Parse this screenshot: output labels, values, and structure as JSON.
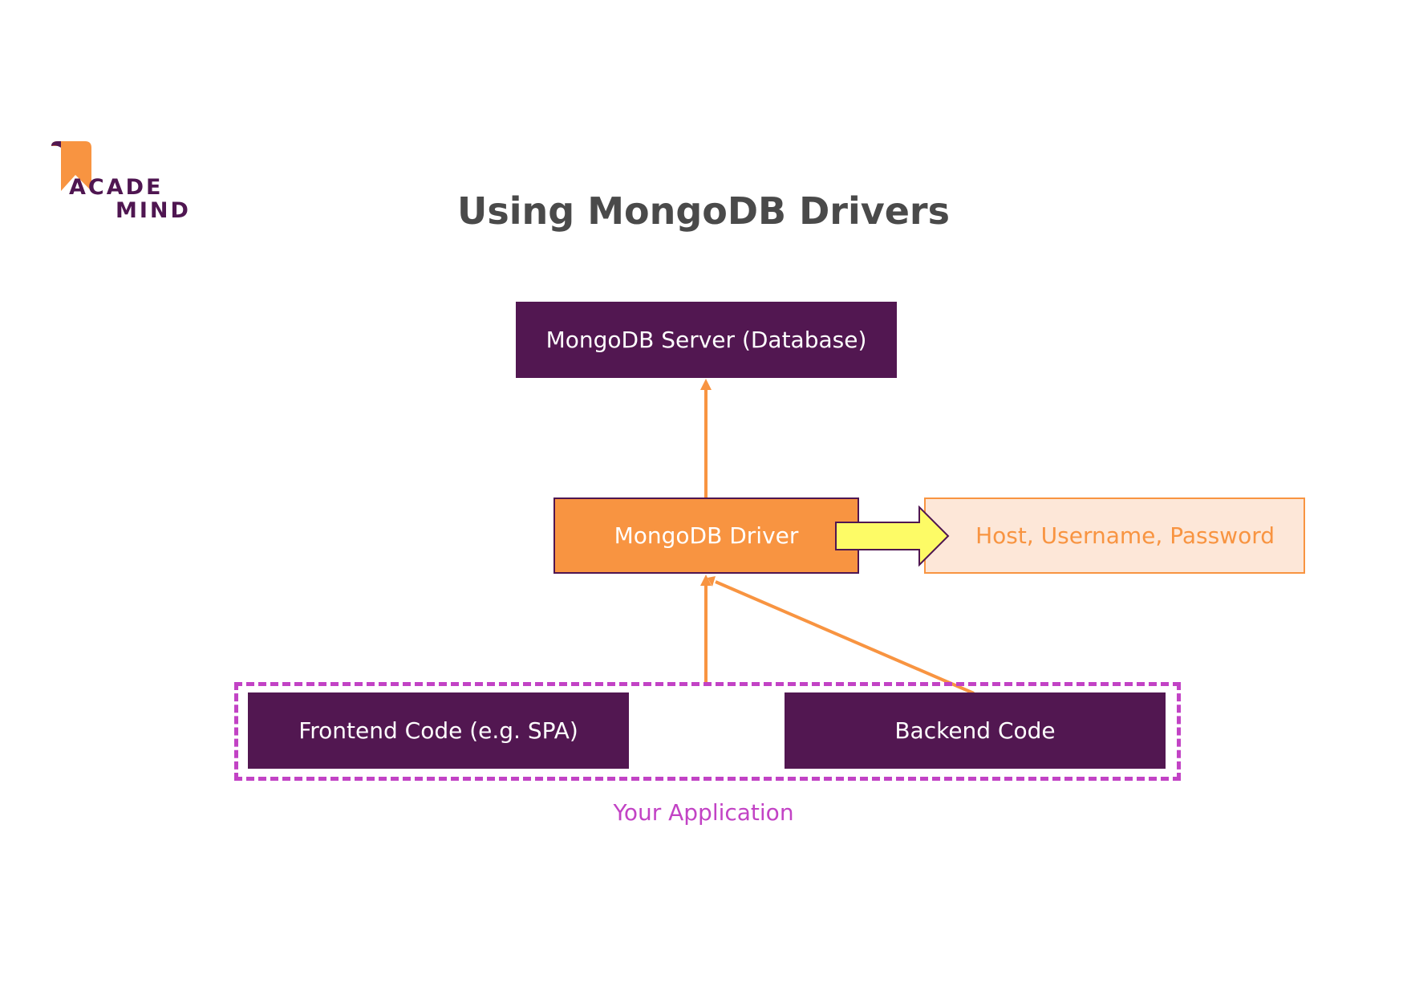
{
  "logo": {
    "line1": "ACADE",
    "line2": "MIND"
  },
  "title": "Using MongoDB Drivers",
  "nodes": {
    "server": "MongoDB Server (Database)",
    "driver": "MongoDB Driver",
    "credentials": "Host, Username, Password",
    "frontend": "Frontend Code (e.g. SPA)",
    "backend": "Backend Code"
  },
  "group_label": "Your Application",
  "colors": {
    "dark_purple": "#521751",
    "orange": "#f89441",
    "light_orange": "#fde7d8",
    "magenta": "#c243c5",
    "yellow_arrow": "#fdfb66",
    "title_gray": "#4a4a4a"
  }
}
